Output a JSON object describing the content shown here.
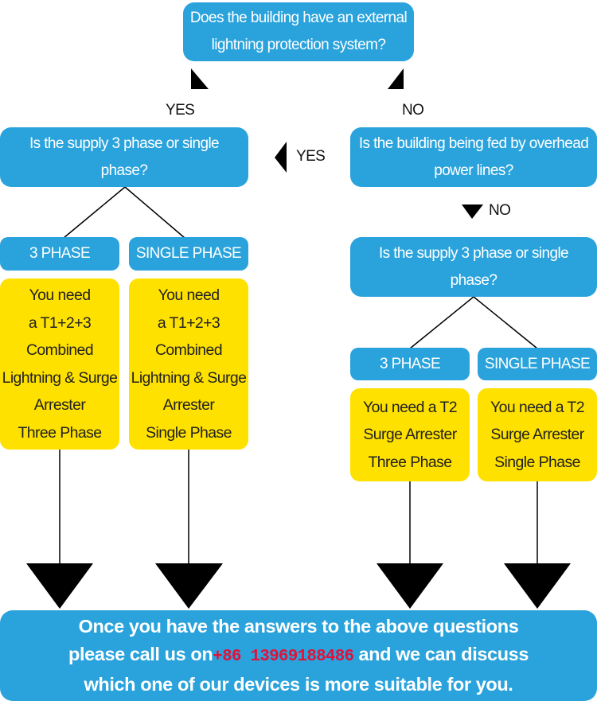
{
  "questions": {
    "q1": "Does the building have an external\nlightning protection system?",
    "q2": "Is the supply 3 phase or single\nphase?",
    "q3": "Is the building being fed by overhead\npower lines?",
    "q4": "Is the supply 3 phase or single\nphase?"
  },
  "labels": {
    "yes_left": "YES",
    "no_right": "NO",
    "yes_middle": "YES",
    "no_down": "NO"
  },
  "phases": {
    "left_three": "3 PHASE",
    "left_single": "SINGLE PHASE",
    "right_three": "3 PHASE",
    "right_single": "SINGLE PHASE"
  },
  "answers": {
    "a1": "You need\na T1+2+3\nCombined\nLightning & Surge\nArrester\nThree Phase",
    "a2": "You need\na T1+2+3\nCombined\nLightning & Surge\nArrester\nSingle Phase",
    "a3": "You need a T2\nSurge Arrester\nThree Phase",
    "a4": "You need a T2\nSurge Arrester\nSingle Phase"
  },
  "footer": {
    "line1": "Once you have the answers to the above questions",
    "line2_pre": "please call us on",
    "phone": "+86 13969188486",
    "line2_post": " and we can discuss",
    "line3": "which one of our devices is more suitable for you."
  },
  "colors": {
    "blue": "#2aa3dc",
    "yellow": "#ffe100",
    "phone": "#e0123a"
  }
}
